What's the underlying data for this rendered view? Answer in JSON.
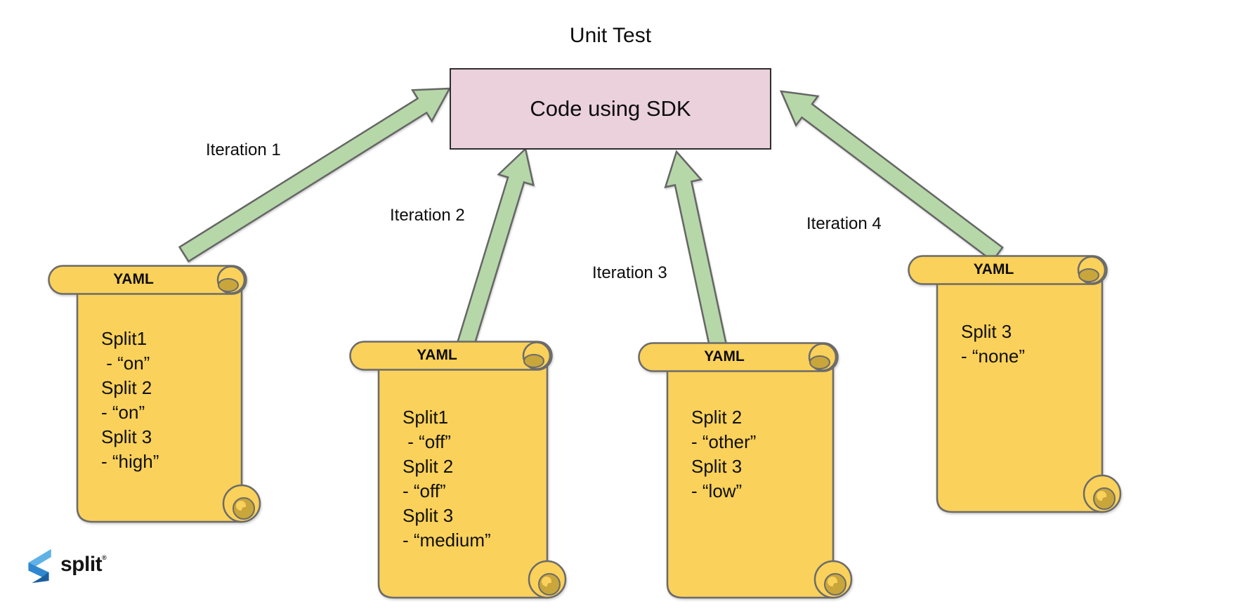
{
  "title": "Unit Test",
  "sdk_box": {
    "label": "Code using SDK"
  },
  "arrows": [
    {
      "label": "Iteration 1"
    },
    {
      "label": "Iteration 2"
    },
    {
      "label": "Iteration 3"
    },
    {
      "label": "Iteration 4"
    }
  ],
  "scrolls": [
    {
      "header": "YAML",
      "lines": [
        "Split1",
        " - “on”",
        "Split 2",
        "- “on”",
        "Split 3",
        "- “high”"
      ]
    },
    {
      "header": "YAML",
      "lines": [
        "Split1",
        " - “off”",
        "Split 2",
        "- “off”",
        "Split 3",
        "- “medium”"
      ]
    },
    {
      "header": "YAML",
      "lines": [
        "Split 2",
        "- “other”",
        "Split 3",
        "- “low”"
      ]
    },
    {
      "header": "YAML",
      "lines": [
        "Split 3",
        "- “none”"
      ]
    }
  ],
  "logo": {
    "text": "split",
    "trademark": "®"
  },
  "colors": {
    "scroll_yellow": "#FAD15A",
    "scroll_gold": "#C9A63B",
    "outline_gray": "#6b6b6b",
    "arrow_green": "#b6d7a8",
    "arrow_outline": "#666666",
    "box_pink": "#ead1dc",
    "logo_blue_light": "#5FB1E6",
    "logo_blue_mid": "#2F87CF",
    "logo_blue_dark": "#1C5F9F"
  }
}
